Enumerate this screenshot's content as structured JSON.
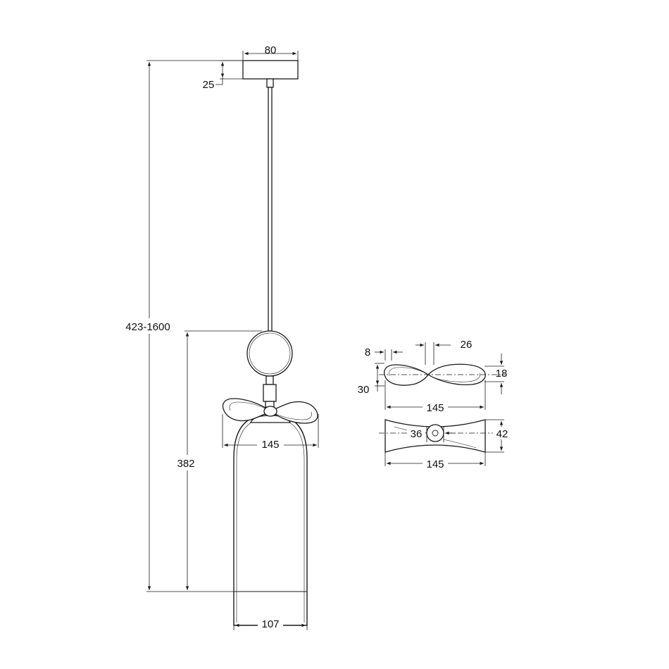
{
  "dimensions": {
    "canopy_width": "80",
    "canopy_height": "25",
    "total_height": "423-1600",
    "shade_height": "382",
    "bow_width": "145",
    "shade_width": "107",
    "detail_loop_thickness": "8",
    "detail_center_width": "26",
    "detail_height": "30",
    "detail_loop_height": "18",
    "detail_width_side": "145",
    "detail_center_diameter": "36",
    "detail_depth": "42",
    "detail_width_top": "145"
  }
}
